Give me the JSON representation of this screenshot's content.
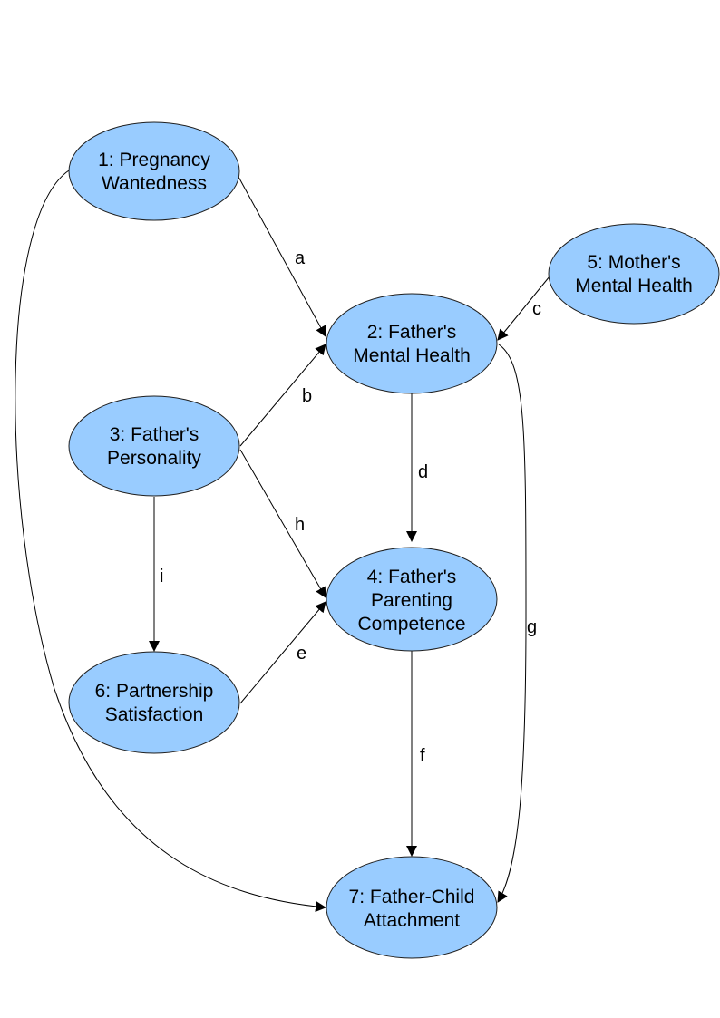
{
  "colors": {
    "node_fill": "#99ccff",
    "node_stroke": "#1f1f1f",
    "edge": "#000000"
  },
  "nodes": {
    "n1": {
      "line1": "1: Pregnancy",
      "line2": "Wantedness"
    },
    "n2": {
      "line1": "2: Father's",
      "line2": "Mental Health"
    },
    "n3": {
      "line1": "3: Father's",
      "line2": "Personality"
    },
    "n4": {
      "line1": "4: Father's",
      "line2": "Parenting",
      "line3": "Competence"
    },
    "n5": {
      "line1": "5: Mother's",
      "line2": "Mental Health"
    },
    "n6": {
      "line1": "6: Partnership",
      "line2": "Satisfaction"
    },
    "n7": {
      "line1": "7: Father-Child",
      "line2": "Attachment"
    }
  },
  "edges": {
    "a": {
      "label": "a",
      "from": "1: Pregnancy Wantedness",
      "to": "2: Father's Mental Health"
    },
    "b": {
      "label": "b",
      "from": "3: Father's Personality",
      "to": "2: Father's Mental Health"
    },
    "c": {
      "label": "c",
      "from": "5: Mother's Mental Health",
      "to": "2: Father's Mental Health"
    },
    "d": {
      "label": "d",
      "from": "2: Father's Mental Health",
      "to": "4: Father's Parenting Competence"
    },
    "e": {
      "label": "e",
      "from": "6: Partnership Satisfaction",
      "to": "4: Father's Parenting Competence"
    },
    "f": {
      "label": "f",
      "from": "4: Father's Parenting Competence",
      "to": "7: Father-Child Attachment"
    },
    "g": {
      "label": "g",
      "from": "2: Father's Mental Health",
      "to": "7: Father-Child Attachment"
    },
    "h": {
      "label": "h",
      "from": "3: Father's Personality",
      "to": "4: Father's Parenting Competence"
    },
    "i": {
      "label": "i",
      "from": "3: Father's Personality",
      "to": "6: Partnership Satisfaction"
    }
  },
  "extra_edges": [
    {
      "from": "1: Pregnancy Wantedness",
      "to": "7: Father-Child Attachment"
    }
  ]
}
